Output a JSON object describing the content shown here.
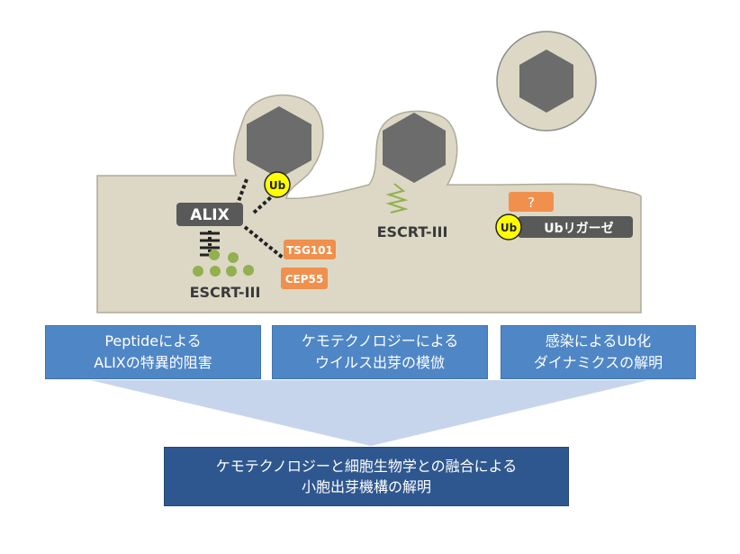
{
  "diagram": {
    "labels": {
      "alix": "ALIX",
      "ub": "Ub",
      "tsg101": "TSG101",
      "cep55": "CEP55",
      "escrt_left": "ESCRT-III",
      "escrt_middle": "ESCRT-III",
      "question": "?",
      "ub_ligase": "Ubリガーゼ"
    },
    "boxes": [
      {
        "line1": "Peptideによる",
        "line2": "ALIXの特異的阻害"
      },
      {
        "line1": "ケモテクノロジーによる",
        "line2": "ウイルス出芽の模倣"
      },
      {
        "line1": "感染によるUb化",
        "line2": "ダイナミクスの解明"
      }
    ],
    "conclusion": {
      "line1": "ケモテクノロジーと細胞生物学との融合による",
      "line2": "小胞出芽機構の解明"
    },
    "colors": {
      "membrane": "#dcd8c5",
      "membrane_stroke": "#b0ab98",
      "capsid": "#6c6c6c",
      "alix_box": "#595959",
      "ub_yellow": "#ffff00",
      "orange": "#f0904c",
      "escrt_green": "#92b04f",
      "blue_box": "#4f86c6",
      "navy_box": "#2f578f",
      "arrow": "#c7d5ec"
    }
  }
}
